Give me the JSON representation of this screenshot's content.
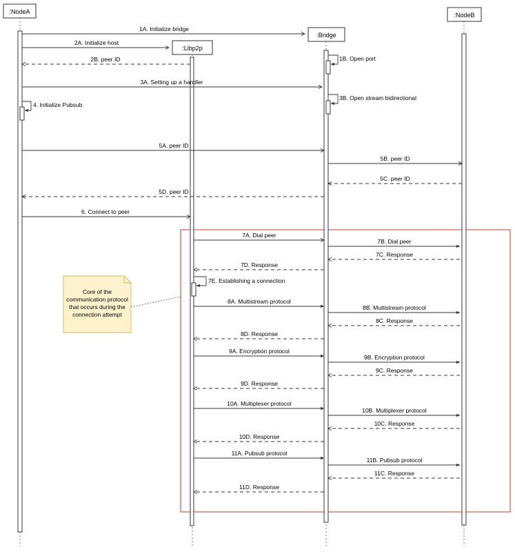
{
  "participants": {
    "nodeA": ":NodeA",
    "libp2p": ":Libp2p",
    "bridge": ":Bridge",
    "nodeB": ":NodeB"
  },
  "messages": {
    "m1A": "1A. Initialize bridge",
    "m2A": "2A. Initialize host",
    "m2B": "2B. peer ID",
    "m1B": "1B. Open port",
    "m3A": "3A. Setting up a handler",
    "m3B": "3B. Open stream bidirectional",
    "m4": "4. Initialize Pubsub",
    "m5A": "5A. peer ID",
    "m5B": "5B. peer ID",
    "m5C": "5C. peer ID",
    "m5D": "5D. peer ID",
    "m6": "6. Connect to peer",
    "m7A": "7A. Dial peer",
    "m7B": "7B. Dial peer",
    "m7C": "7C. Response",
    "m7D": "7D. Response",
    "m7E": "7E. Establishing a connection",
    "m8A": "8A. Multistream protocol",
    "m8B": "8B. Multistream protocol",
    "m8C": "8C. Response",
    "m8D": "8D. Response",
    "m9A": "9A. Encryption protocol",
    "m9B": "9B. Encryption protocol",
    "m9C": "9C. Response",
    "m9D": "9D. Response",
    "m10A": "10A. Multiplexer protocol",
    "m10B": "10B. Multiplexer protocol",
    "m10C": "10C. Response",
    "m10D": "10D. Response",
    "m11A": "11A. Pubsub protocol",
    "m11B": "11B. Pubsub protocol",
    "m11C": "11C. Response",
    "m11D": "11D. Response"
  },
  "note": {
    "lines": [
      "Core of the",
      "communication protocol",
      "that occurs during the",
      "connection attempt"
    ]
  },
  "colors": {
    "frame": "#c0392b",
    "note_fill": "#fff2cc",
    "note_border": "#d6b656"
  }
}
